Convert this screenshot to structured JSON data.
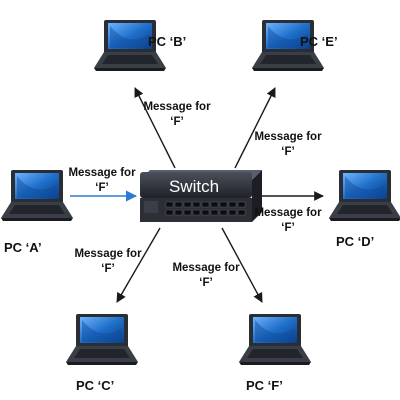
{
  "switch": {
    "label": "Switch"
  },
  "pcs": {
    "a": {
      "label": "PC ‘A’"
    },
    "b": {
      "label": "PC ‘B’"
    },
    "c": {
      "label": "PC ‘C’"
    },
    "d": {
      "label": "PC ‘D’"
    },
    "e": {
      "label": "PC ‘E’"
    },
    "f": {
      "label": "PC ‘F’"
    }
  },
  "message": {
    "line1": "Message for",
    "line2": "‘F’"
  },
  "colors": {
    "incoming_arrow": "#2b7bd6",
    "outgoing_arrow": "#1a1a1a",
    "switch_body": "#2c2f36",
    "screen": "#1f6fc9"
  },
  "icons": [
    "laptop-icon",
    "switch-icon",
    "arrow-icon"
  ]
}
